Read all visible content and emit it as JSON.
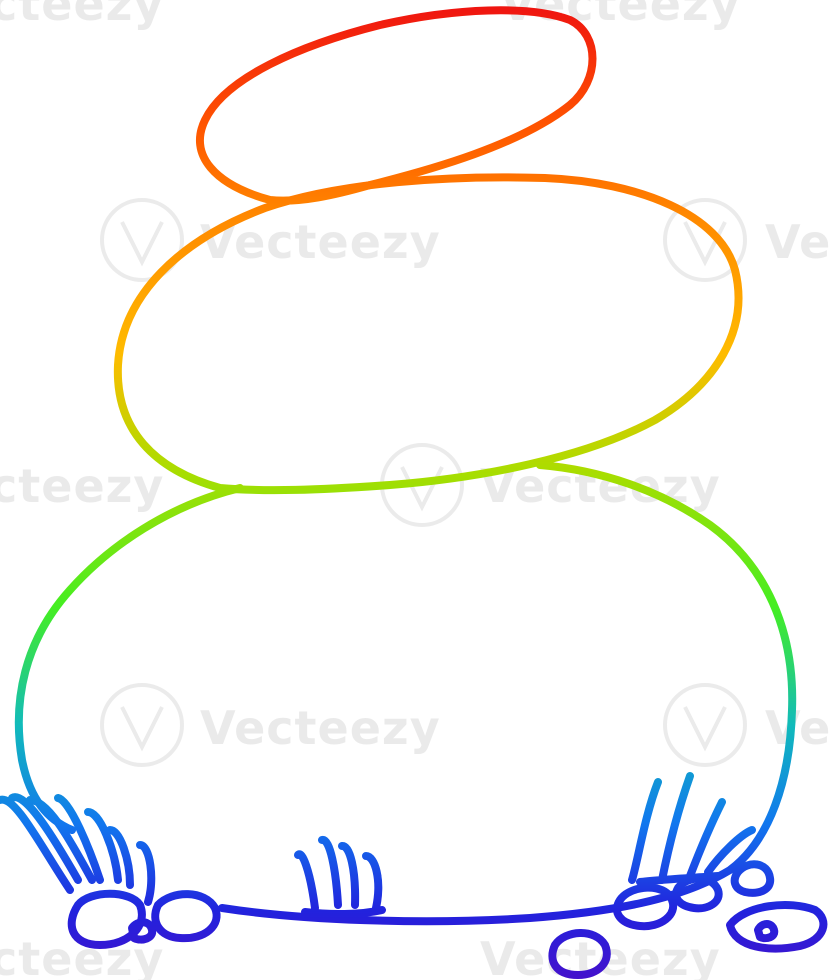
{
  "artwork": {
    "subject": "cartoon stack of three balanced stones with grass tufts and pebbles",
    "style": "rainbow gradient line drawing",
    "gradient_colors": [
      "#ee1111",
      "#ff8800",
      "#ffbb00",
      "#aadd00",
      "#44ee22",
      "#11bbbb",
      "#1177ee",
      "#2222dd",
      "#4411cc"
    ]
  },
  "watermark": {
    "brand": "Vecteezy",
    "partial_left": "cteezy",
    "partial_right": "Ve",
    "badge_icon": "vecteezy-v-badge-icon",
    "color": "#dadada"
  }
}
